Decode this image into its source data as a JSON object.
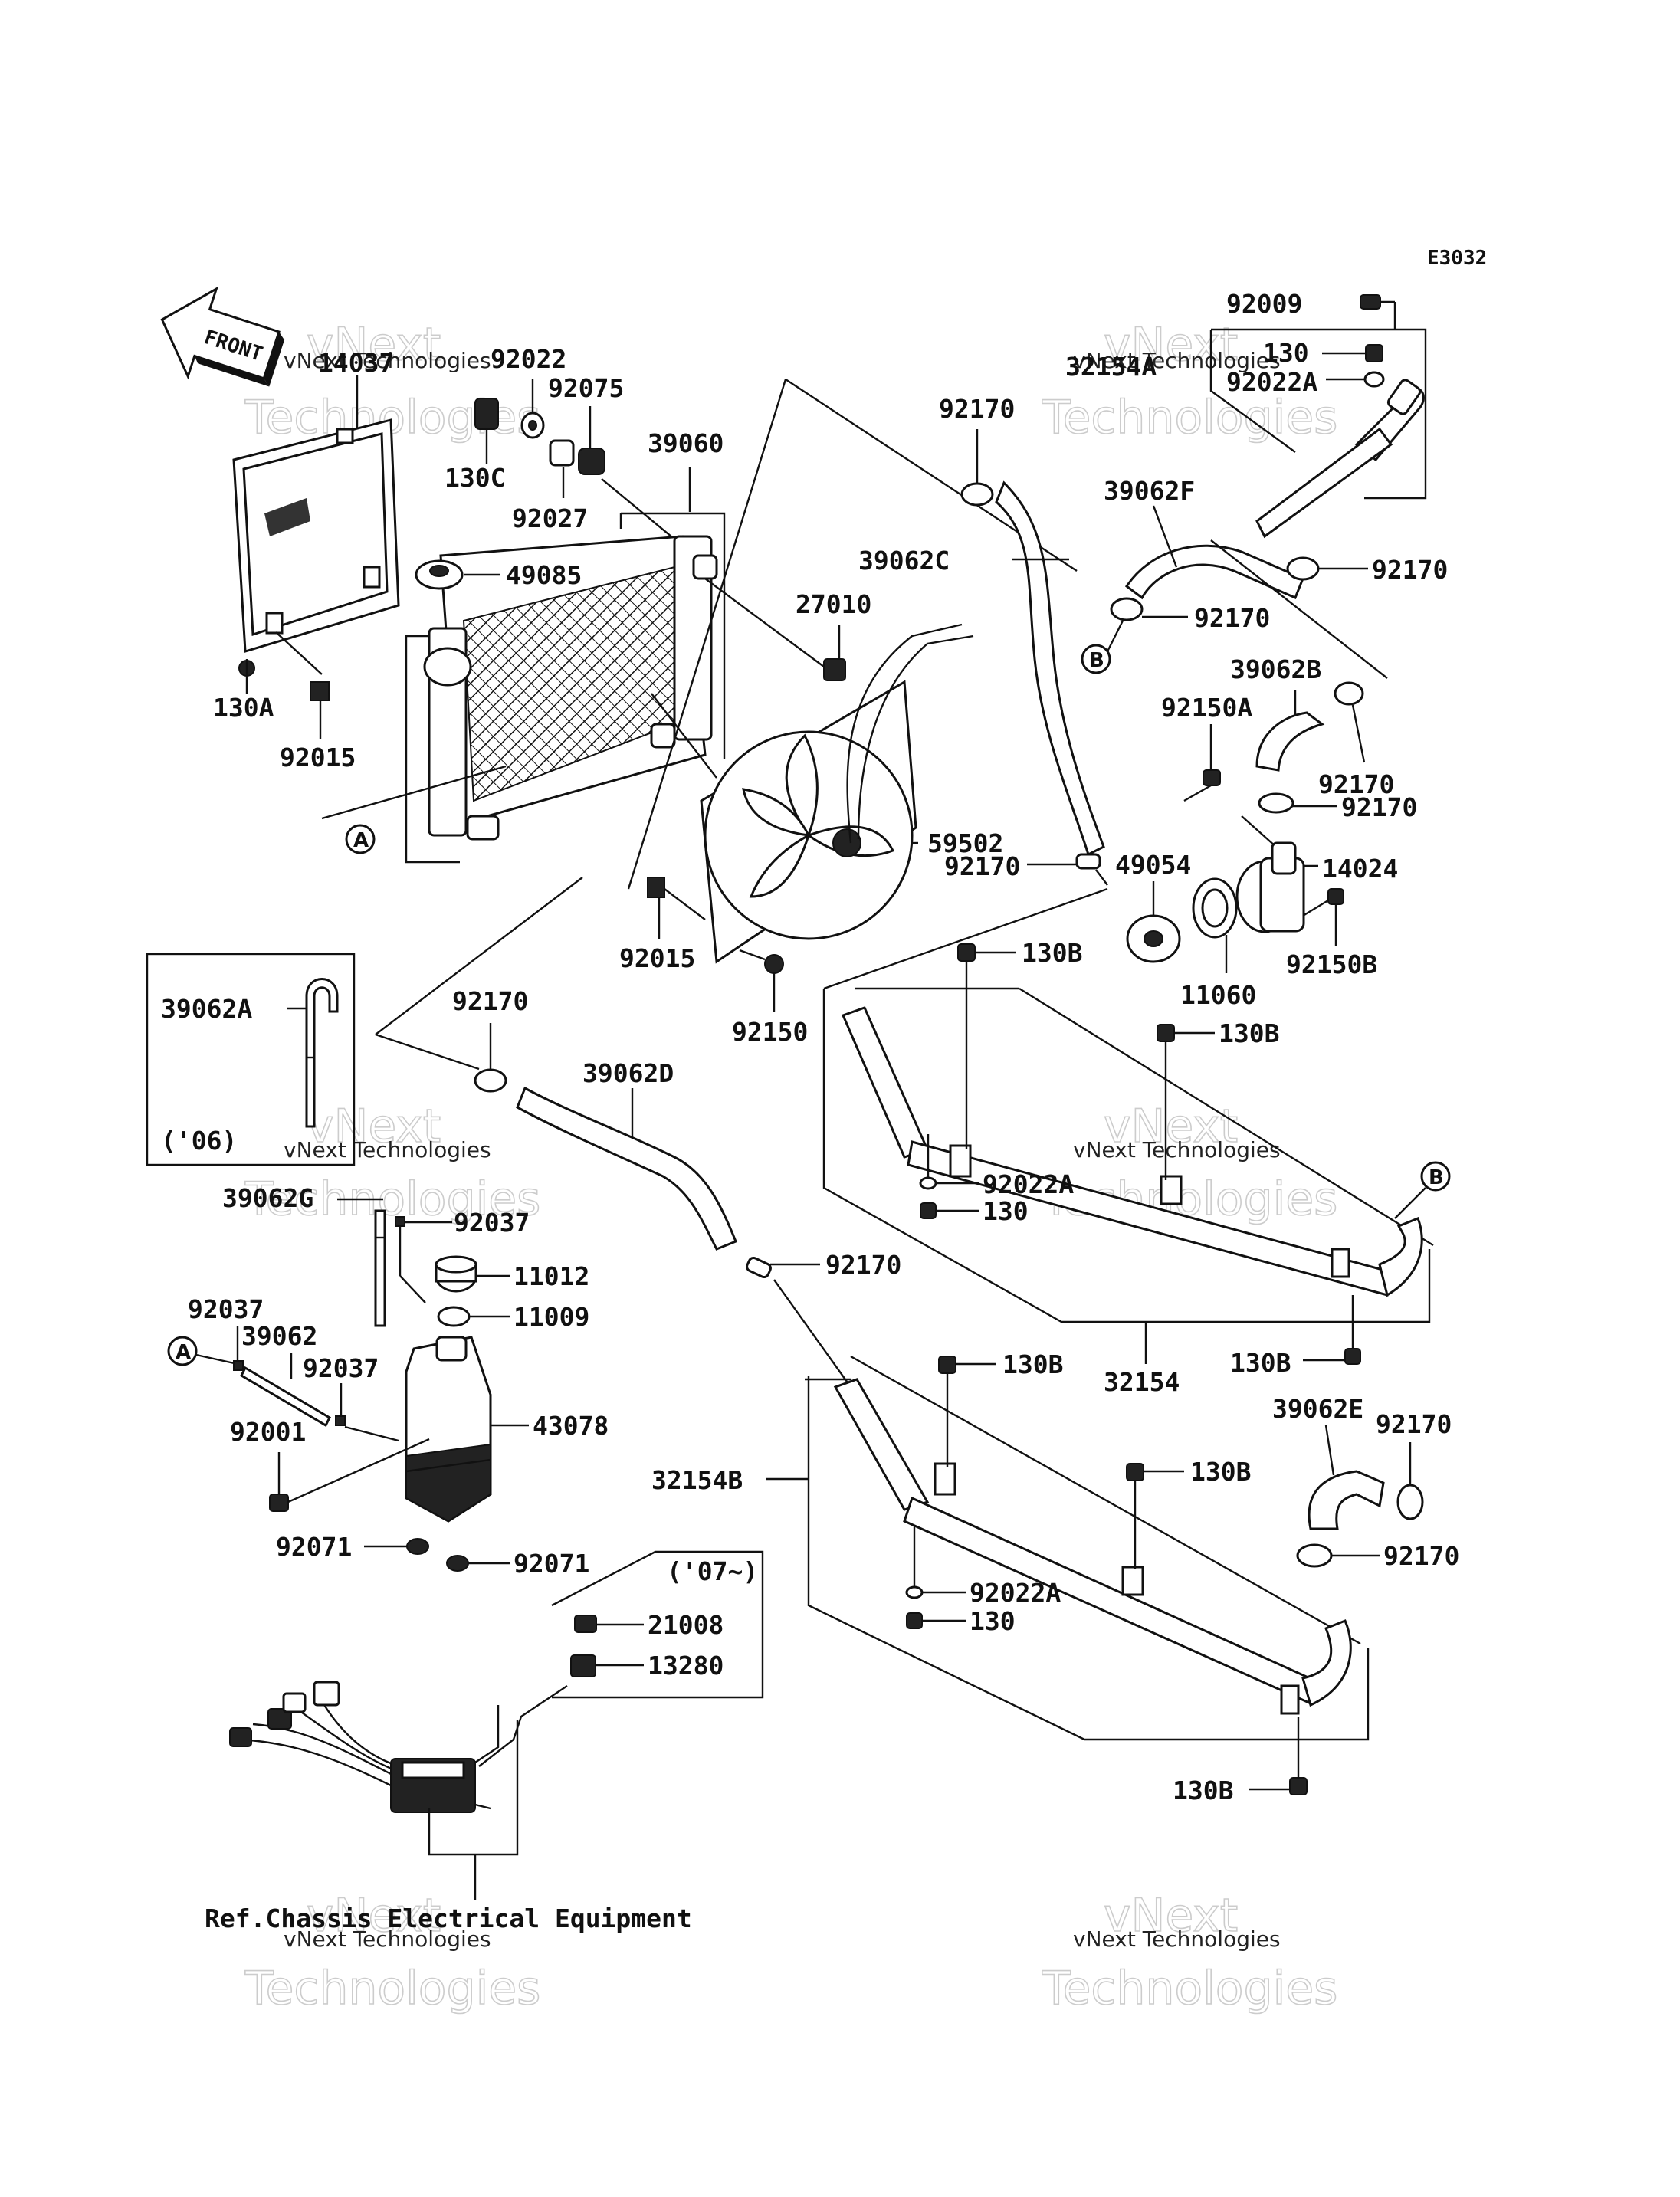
{
  "diagram_code": "E3032",
  "front_arrow": {
    "label": "FRONT"
  },
  "watermark": {
    "line1": "vNext Technologies",
    "big1": "vNext",
    "big2": "Technologies"
  },
  "year_notes": {
    "y06": "('06)",
    "y07": "('07~)"
  },
  "reference_note": "Ref.Chassis Electrical Equipment",
  "circle_markers": {
    "a": "A",
    "b": "B"
  },
  "parts": {
    "p14037": "14037",
    "p92022": "92022",
    "p92075": "92075",
    "p130C": "130C",
    "p92027": "92027",
    "p39060": "39060",
    "p49085": "49085",
    "p27010": "27010",
    "p130A": "130A",
    "p92015a": "92015",
    "p92015b": "92015",
    "p59502": "59502",
    "p92150": "92150",
    "p92170_top": "92170",
    "p39062C": "39062C",
    "p92170_c": "92170",
    "p92009": "92009",
    "p130_top": "130",
    "p32154A": "32154A",
    "p92022A_top": "92022A",
    "p39062F": "39062F",
    "p92170_f1": "92170",
    "p92170_f2": "92170",
    "p39062B": "39062B",
    "p92150A": "92150A",
    "p92170_b1": "92170",
    "p92170_b2": "92170",
    "p49054": "49054",
    "p14024": "14024",
    "p92150B": "92150B",
    "p11060": "11060",
    "p130B_1": "130B",
    "p130B_2": "130B",
    "p92022A_mid": "92022A",
    "p130_mid": "130",
    "p130B_3": "130B",
    "p32154": "32154",
    "p39062A": "39062A",
    "p92170_d": "92170",
    "p39062D": "39062D",
    "p39062G": "39062G",
    "p92037_a": "92037",
    "p11012": "11012",
    "p11009": "11009",
    "p92170_g": "92170",
    "p92037_b": "92037",
    "p39062": "39062",
    "p92037_c": "92037",
    "p43078": "43078",
    "p92001": "92001",
    "p92071_a": "92071",
    "p92071_b": "92071",
    "p130B_4": "130B",
    "p130B_5": "130B",
    "p39062E": "39062E",
    "p92170_e1": "92170",
    "p32154B": "32154B",
    "p92170_e2": "92170",
    "p92022A_low": "92022A",
    "p130_low": "130",
    "p130B_6": "130B",
    "p21008": "21008",
    "p13280": "13280"
  }
}
